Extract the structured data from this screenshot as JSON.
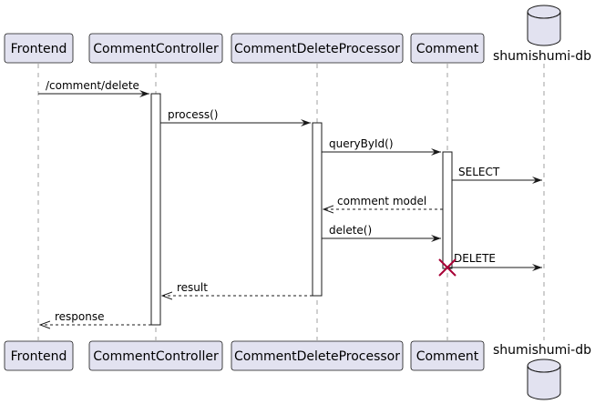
{
  "participants": {
    "frontend": "Frontend",
    "comment_controller": "CommentController",
    "comment_delete_processor": "CommentDeleteProcessor",
    "comment": "Comment",
    "db": "shumishumi-db"
  },
  "messages": [
    {
      "id": "m1",
      "text": "/comment/delete",
      "from": "Frontend",
      "to": "CommentController",
      "style": "solid"
    },
    {
      "id": "m2",
      "text": "process()",
      "from": "CommentController",
      "to": "CommentDeleteProcessor",
      "style": "solid"
    },
    {
      "id": "m3",
      "text": "queryById()",
      "from": "CommentDeleteProcessor",
      "to": "Comment",
      "style": "solid"
    },
    {
      "id": "m4",
      "text": "SELECT",
      "from": "Comment",
      "to": "shumishumi-db",
      "style": "solid"
    },
    {
      "id": "m5",
      "text": "comment model",
      "from": "Comment",
      "to": "CommentDeleteProcessor",
      "style": "dashed"
    },
    {
      "id": "m6",
      "text": "delete()",
      "from": "CommentDeleteProcessor",
      "to": "Comment",
      "style": "solid"
    },
    {
      "id": "m7",
      "text": "DELETE",
      "from": "Comment",
      "to": "shumishumi-db",
      "style": "solid"
    },
    {
      "id": "m8",
      "text": "result",
      "from": "CommentDeleteProcessor",
      "to": "CommentController",
      "style": "dashed"
    },
    {
      "id": "m9",
      "text": "response",
      "from": "CommentController",
      "to": "Frontend",
      "style": "dashed"
    }
  ],
  "colors": {
    "participant_fill": "#E2E2F0",
    "participant_border": "#181818",
    "lifeline": "#A0A0A0",
    "destroy": "#A80036"
  }
}
